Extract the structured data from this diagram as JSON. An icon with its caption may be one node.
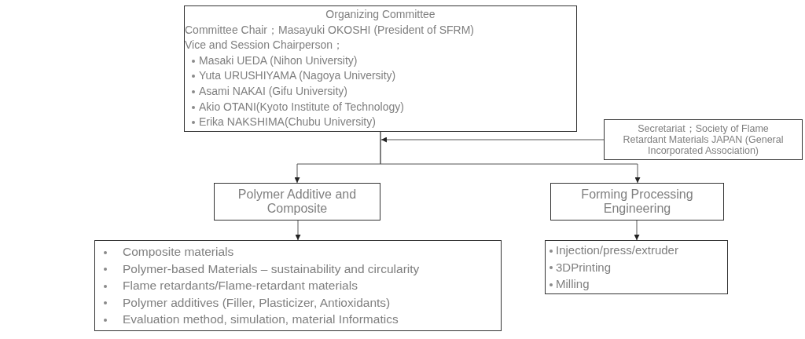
{
  "diagram": {
    "nodes": [
      {
        "text": [
          "Organizing Committee",
          "Committee Chair；Masayuki OKOSHI (President of SFRM)",
          "Vice and Session Chairperson；",
          "Masaki UEDA (Nihon University)",
          "Yuta URUSHIYAMA (Nagoya University)",
          "Asami NAKAI (Gifu University)",
          "Akio OTANI(Kyoto Institute of Technology)",
          "Erika NAKSHIMA(Chubu University)"
        ]
      },
      {
        "text": [
          "Secretariat；Society of Flame Retardant Materials JAPAN (General Incorporated Association)"
        ]
      },
      {
        "text": [
          "Polymer Additive and Composite"
        ]
      },
      {
        "text": [
          "Forming Processing Engineering"
        ]
      },
      {
        "text": [
          "Composite materials",
          "Polymer-based Materials – sustainability and circularity",
          "Flame retardants/Flame-retardant materials",
          "Polymer additives (Filler, Plasticizer, Antioxidants)",
          "Evaluation method, simulation, material Informatics"
        ]
      },
      {
        "text": [
          "Injection/press/extruder",
          "3DPrinting",
          "Milling"
        ]
      }
    ],
    "edges": [
      {
        "from": 1,
        "to": 0,
        "arrow": "to"
      },
      {
        "from": 0,
        "to": 2,
        "arrow": "to"
      },
      {
        "from": 0,
        "to": 3,
        "arrow": "to"
      },
      {
        "from": 2,
        "to": 4,
        "arrow": "to"
      },
      {
        "from": 3,
        "to": 5,
        "arrow": "to"
      }
    ]
  }
}
